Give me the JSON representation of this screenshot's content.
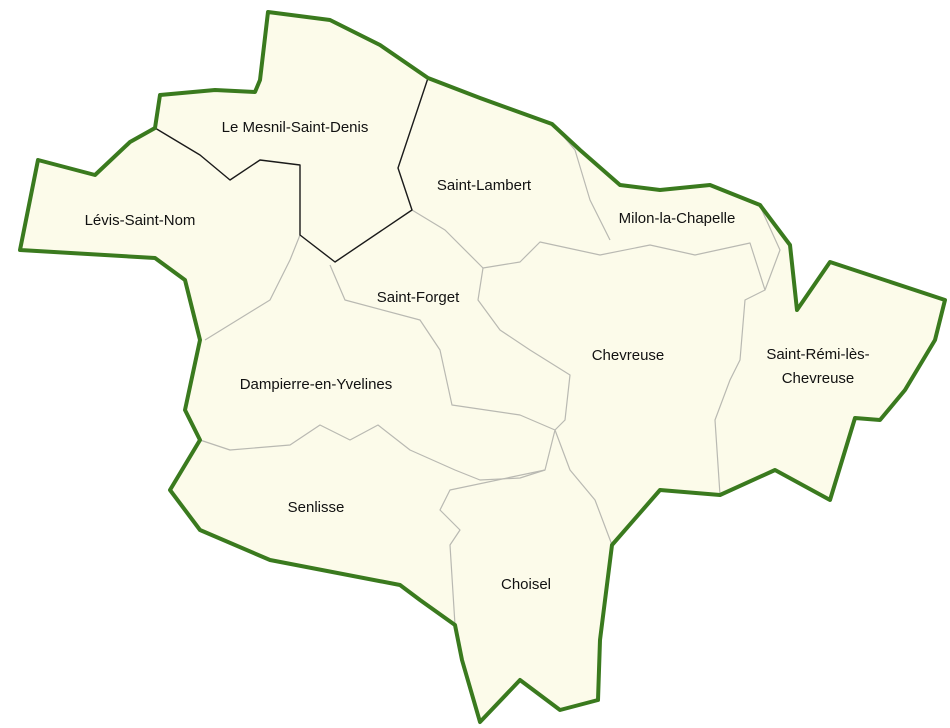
{
  "colors": {
    "fill": "#fcfbea",
    "outer_border": "#3a7a1e",
    "inner_border": "#b9b9b2",
    "black_border": "#1a1a1a"
  },
  "communes": [
    {
      "id": "le-mesnil-saint-denis",
      "label": "Le Mesnil-Saint-Denis"
    },
    {
      "id": "saint-lambert",
      "label": "Saint-Lambert"
    },
    {
      "id": "milon-la-chapelle",
      "label": "Milon-la-Chapelle"
    },
    {
      "id": "levis-saint-nom",
      "label": "Lévis-Saint-Nom"
    },
    {
      "id": "saint-forget",
      "label": "Saint-Forget"
    },
    {
      "id": "chevreuse",
      "label": "Chevreuse"
    },
    {
      "id": "saint-remi-les-chevreuse",
      "label_lines": [
        "Saint-Rémi-lès-",
        "Chevreuse"
      ]
    },
    {
      "id": "dampierre-en-yvelines",
      "label": "Dampierre-en-Yvelines"
    },
    {
      "id": "senlisse",
      "label": "Senlisse"
    },
    {
      "id": "choisel",
      "label": "Choisel"
    }
  ]
}
